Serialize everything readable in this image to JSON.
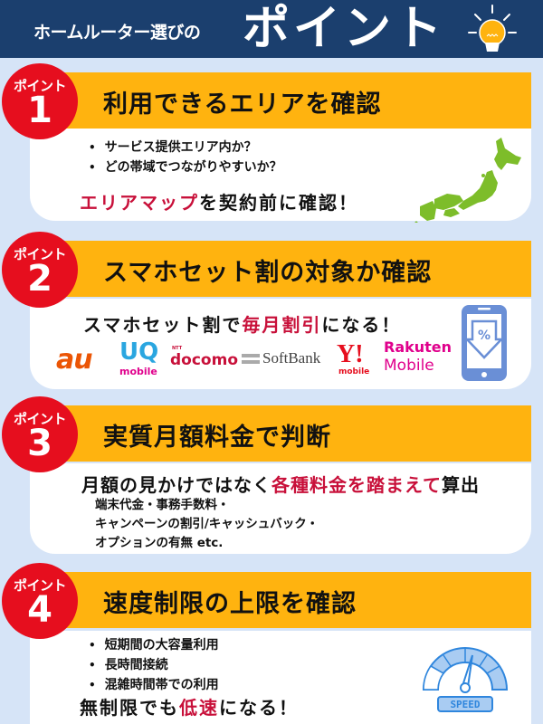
{
  "header": {
    "subtitle": "ホームルーター選びの",
    "title": "ポイント",
    "icon": "lightbulb-icon"
  },
  "badge_label": "ポイント",
  "colors": {
    "navy": "#1b3f6e",
    "background": "#d6e4f7",
    "bar": "#ffb30f",
    "badge": "#e60e1e",
    "emphasis": "#c8103a"
  },
  "points": [
    {
      "number": "1",
      "title": "利用できるエリアを確認",
      "bullets": [
        "サービス提供エリア内か？",
        "どの帯域でつながりやすいか？"
      ],
      "conclusion": {
        "highlight": "エリアマップ",
        "rest": "を契約前に確認！"
      },
      "icon": "japan-map-icon"
    },
    {
      "number": "2",
      "title": "スマホセット割の対象か確認",
      "conclusion": {
        "before": "スマホセット割で",
        "highlight": "毎月割引",
        "after": "になる！"
      },
      "carriers": [
        {
          "name": "au",
          "text": "au"
        },
        {
          "name": "uq-mobile",
          "text": "UQ",
          "sub": "mobile"
        },
        {
          "name": "docomo",
          "text": "docomo",
          "sub": "NTT"
        },
        {
          "name": "softbank",
          "text": "SoftBank"
        },
        {
          "name": "ymobile",
          "text": "Y!",
          "sub": "mobile"
        },
        {
          "name": "rakuten-mobile",
          "text": "Rakuten",
          "sub": "Mobile"
        }
      ],
      "icon": "smartphone-discount-icon"
    },
    {
      "number": "3",
      "title": "実質月額料金で判断",
      "conclusion": {
        "before": "月額の見かけではなく",
        "highlight": "各種料金を踏まえて",
        "after": "算出"
      },
      "details": [
        "端末代金・事務手数料・",
        "キャンペーンの割引/キャッシュバック・",
        "オプションの有無 etc."
      ]
    },
    {
      "number": "4",
      "title": "速度制限の上限を確認",
      "bullets": [
        "短期間の大容量利用",
        "長時間接続",
        "混雑時間帯での利用"
      ],
      "conclusion": {
        "before": "無制限でも",
        "highlight": "低速",
        "after": "になる！"
      },
      "icon": "speedometer-icon",
      "icon_label": "SPEED"
    }
  ]
}
